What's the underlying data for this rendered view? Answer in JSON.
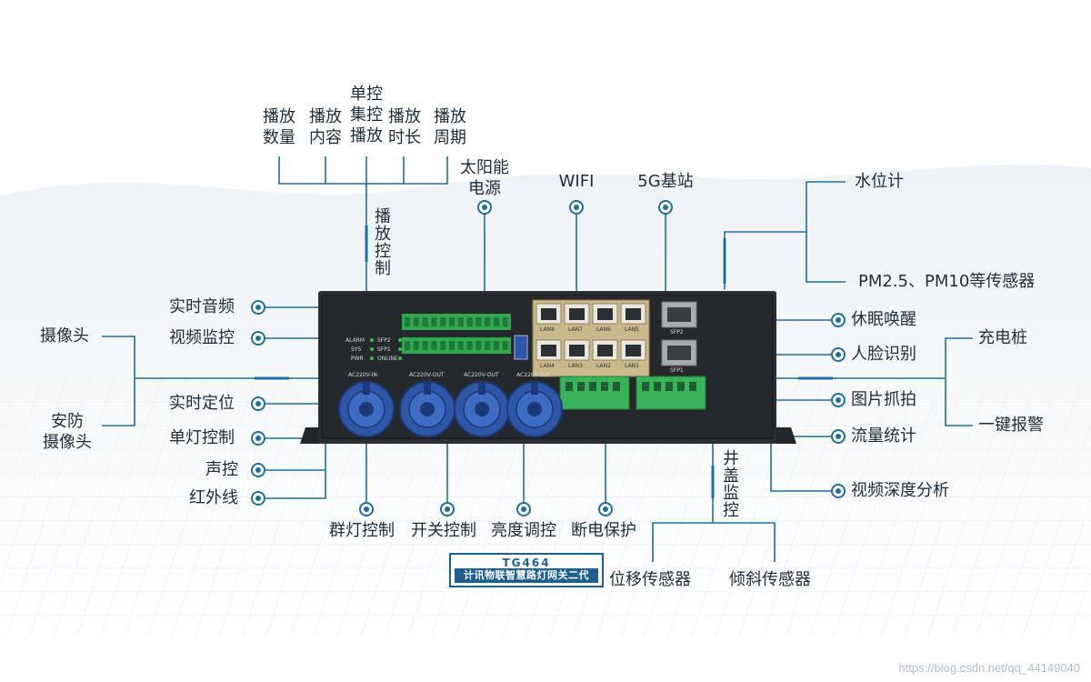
{
  "labels": {
    "play_count": "播放\n数量",
    "play_content": "播放\n内容",
    "single_group_play": "单控\n集控\n播放",
    "play_duration": "播放\n时长",
    "play_cycle": "播放\n周期",
    "play_control": "播放控制",
    "solar_power": "太阳能\n电源",
    "wifi": "WIFI",
    "base_5g": "5G基站",
    "water_level": "水位计",
    "pm_sensor": "PM2.5、PM10等传感器",
    "realtime_audio": "实时音频",
    "video_monitor": "视频监控",
    "camera": "摄像头",
    "security_camera": "安防\n摄像头",
    "realtime_location": "实时定位",
    "single_light_control": "单灯控制",
    "sound_control": "声控",
    "infrared": "红外线",
    "sleep_wake": "休眠唤醒",
    "face_recognition": "人脸识别",
    "charging_pile": "充电桩",
    "photo_capture": "图片抓拍",
    "one_key_alarm": "一键报警",
    "traffic_stats": "流量统计",
    "video_depth_analysis": "视频深度分析",
    "group_light_control": "群灯控制",
    "switch_control": "开关控制",
    "brightness_adjust": "亮度调控",
    "power_off_protect": "断电保护",
    "manhole_monitor": "井盖监控",
    "displacement_sensor": "位移传感器",
    "tilt_sensor": "倾斜传感器"
  },
  "badge": {
    "model": "TG464",
    "name": "计讯物联智慧路灯网关二代"
  },
  "device": {
    "status_left": [
      "ALARM",
      "SYS",
      "PWR"
    ],
    "status_right": [
      "SFP2",
      "SFP1",
      "ONLINE"
    ],
    "lan_top": [
      "LAN8",
      "LAN7",
      "LAN6",
      "LAN5"
    ],
    "lan_bottom": [
      "LAN4",
      "LAN3",
      "LAN2",
      "LAN1"
    ],
    "sfp": [
      "SFP2",
      "SFP1"
    ],
    "power_ports": [
      "AC220V-IN",
      "AC220V-OUT",
      "AC220V-OUT",
      "AC220V-OUT"
    ]
  },
  "watermark": "https://blog.csdn.net/qq_44149040",
  "colors": {
    "accent": "#1e6fa0",
    "device": "#2b2f33",
    "terminal_green": "#2fa84f",
    "connector_blue": "#2f57a8"
  }
}
